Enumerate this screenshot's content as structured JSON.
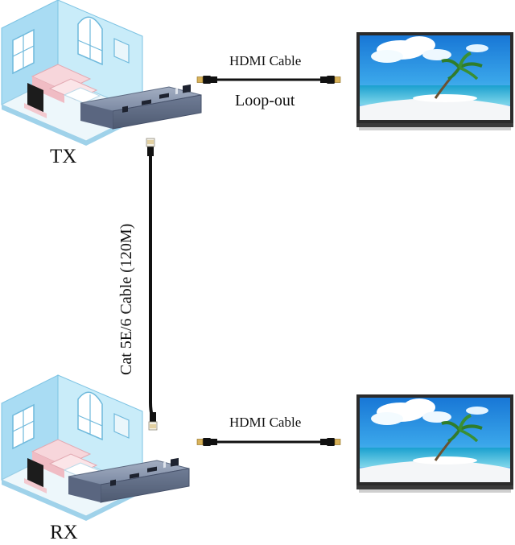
{
  "labels": {
    "tx": "TX",
    "rx": "RX",
    "hdmi_top": "HDMI  Cable",
    "loop_out": "Loop-out",
    "hdmi_bottom": "HDMI  Cable",
    "cat_cable": "Cat  5E/6  Cable (120M)"
  },
  "colors": {
    "room_wall_light": "#bfe6f6",
    "room_wall_mid": "#8fd0ee",
    "room_floor": "#e9f4fa",
    "room_outline": "#78bfe0",
    "sofa": "#f3c9cf",
    "device_body": "#6e7b94",
    "device_top": "#8d9ab1",
    "cable": "#111111",
    "sky": "#1f8fe0",
    "sea": "#3fb2d8",
    "sand": "#f2f4f6",
    "tv_frame": "#2b2b2b"
  },
  "icons": [
    "room-tx-illustration",
    "room-rx-illustration",
    "tx-extender-device",
    "rx-extender-device",
    "hdmi-plug-icon",
    "rj45-plug-icon",
    "tv-display-icon",
    "palm-tree-icon",
    "cloud-icon"
  ]
}
